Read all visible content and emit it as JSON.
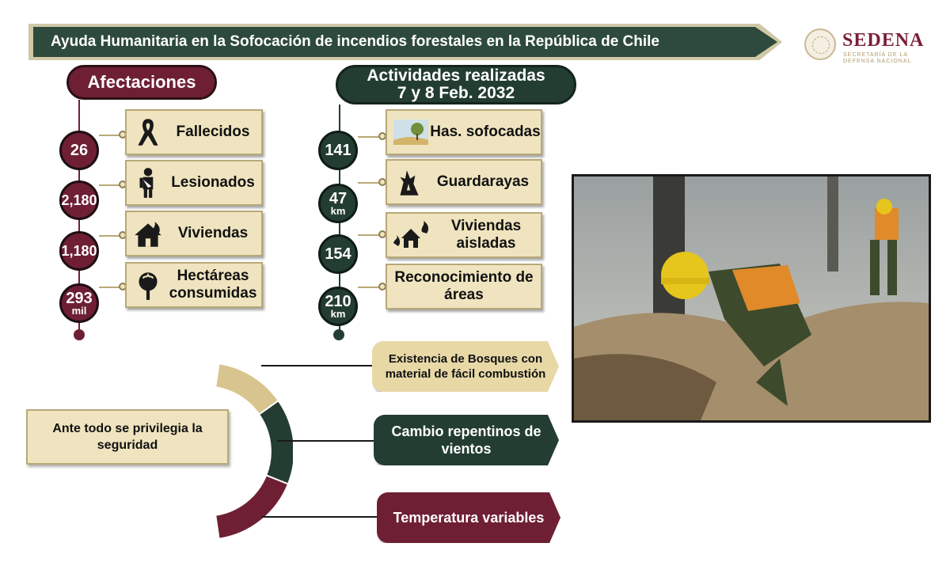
{
  "header": {
    "title": "Ayuda Humanitaria en la Sofocación de incendios forestales en la República de Chile"
  },
  "logo": {
    "name": "SEDENA",
    "subtitle_line1": "SECRETARÍA DE LA",
    "subtitle_line2": "DEFENSA NACIONAL"
  },
  "afectaciones": {
    "title": "Afectaciones",
    "items": [
      {
        "value": "26",
        "unit": "",
        "label": "Fallecidos",
        "icon": "ribbon-icon"
      },
      {
        "value": "2,180",
        "unit": "",
        "label": "Lesionados",
        "icon": "injured-person-icon"
      },
      {
        "value": "1,180",
        "unit": "",
        "label": "Viviendas",
        "icon": "house-fire-icon"
      },
      {
        "value": "293",
        "unit": "mil",
        "label": "Hectáreas consumidas",
        "icon": "burning-tree-icon"
      }
    ]
  },
  "actividades": {
    "title_line1": "Actividades realizadas",
    "title_line2": "7 y 8 Feb. 2032",
    "items": [
      {
        "value": "141",
        "unit": "",
        "label": "Has. sofocadas",
        "icon": "landscape-icon"
      },
      {
        "value": "47",
        "unit": "km",
        "label": "Guardarayas",
        "icon": "firebreak-icon"
      },
      {
        "value": "154",
        "unit": "",
        "label": "Viviendas aisladas",
        "icon": "houses-fire-icon"
      },
      {
        "value": "210",
        "unit": "km",
        "label": "Reconocimiento de áreas",
        "icon": ""
      }
    ]
  },
  "diagram": {
    "center_text": "Ante todo se privilegia la seguridad",
    "factors": [
      {
        "text": "Existencia de Bosques con material de fácil combustión",
        "color": "#e7d8a6"
      },
      {
        "text": "Cambio repentinos de vientos",
        "color": "#243d32"
      },
      {
        "text": "Temperatura variables",
        "color": "#6f1f34"
      }
    ]
  },
  "colors": {
    "maroon": "#6f1f34",
    "dark_green": "#243d32",
    "tan": "#efe4bf"
  }
}
